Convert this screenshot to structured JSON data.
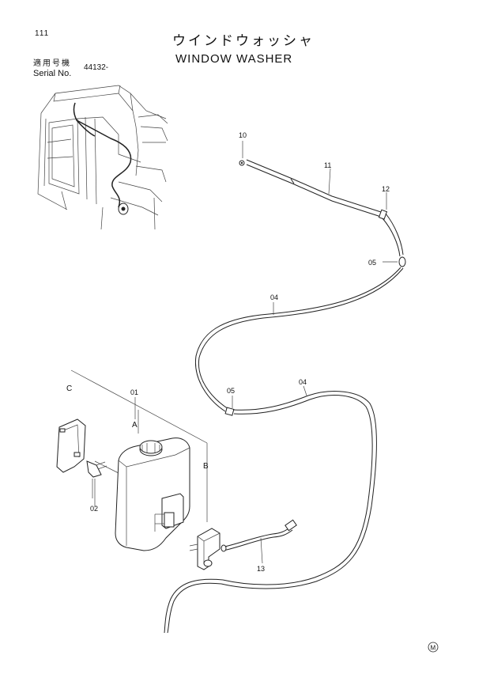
{
  "header": {
    "page_number": "111",
    "title_jp": "ウインドウォッシャ",
    "title_en": "WINDOW  WASHER",
    "serial_label_jp": "適用号機",
    "serial_label_en": "Serial No.",
    "serial_value": "44132-"
  },
  "parts": {
    "p01": "01",
    "p02": "02",
    "p04a": "04",
    "p04b": "04",
    "p05a": "05",
    "p05b": "05",
    "p10": "10",
    "p11": "11",
    "p12": "12",
    "p13": "13"
  },
  "callouts": {
    "a": "A",
    "b": "B",
    "c": "C"
  },
  "footer": {
    "mark": "M"
  }
}
